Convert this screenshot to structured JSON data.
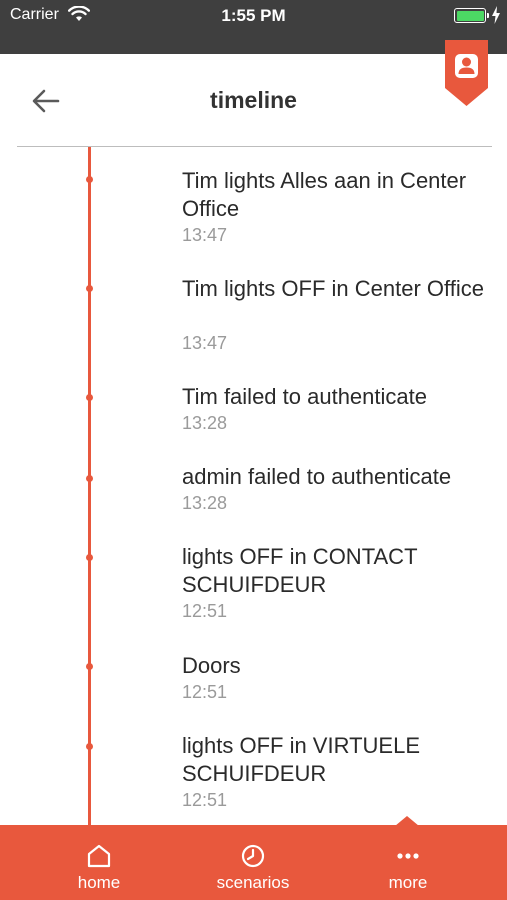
{
  "status_bar": {
    "carrier": "Carrier",
    "time": "1:55 PM",
    "battery_level": 1.0
  },
  "header": {
    "title": "timeline"
  },
  "icons": {
    "back": "arrow-left-icon",
    "badge": "user-badge-icon",
    "home": "home-icon",
    "scenarios": "clock-icon",
    "more": "ellipsis-icon"
  },
  "colors": {
    "accent": "#e8583d",
    "status_bar": "#3f3f3f"
  },
  "timeline": [
    {
      "text": "Tim lights Alles aan in Center Office",
      "time": "13:47"
    },
    {
      "text": "Tim lights OFF in Center Office",
      "time": "13:47"
    },
    {
      "text": "Tim failed to authenticate",
      "time": "13:28"
    },
    {
      "text": "admin failed to authenticate",
      "time": "13:28"
    },
    {
      "text": "lights OFF in CONTACT SCHUIFDEUR",
      "time": "12:51"
    },
    {
      "text": "Doors",
      "time": "12:51"
    },
    {
      "text": "lights OFF in VIRTUELE SCHUIFDEUR",
      "time": "12:51"
    }
  ],
  "tabs": [
    {
      "label": "home",
      "icon": "home-icon"
    },
    {
      "label": "scenarios",
      "icon": "clock-icon"
    },
    {
      "label": "more",
      "icon": "ellipsis-icon",
      "active": true
    }
  ]
}
